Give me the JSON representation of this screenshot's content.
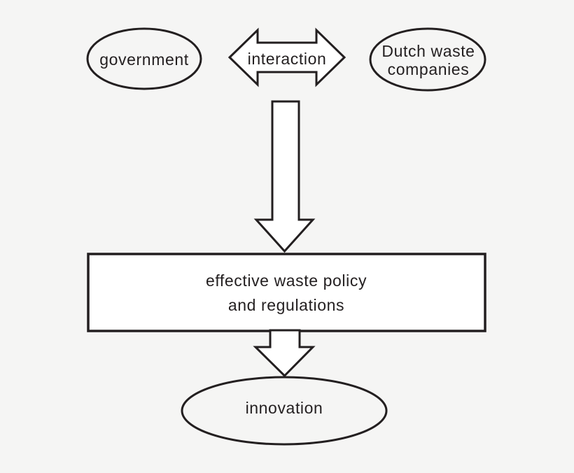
{
  "diagram": {
    "type": "flow-diagram",
    "background_color": "#f5f5f4",
    "line_color": "#231f20",
    "shape_fill_color": "#ffffff",
    "nodes": {
      "government": {
        "shape": "ellipse",
        "label": "government"
      },
      "dutch_waste_companies": {
        "shape": "ellipse",
        "lines": [
          "Dutch waste",
          "companies"
        ]
      },
      "policy_box": {
        "shape": "rectangle",
        "lines": [
          "effective waste policy",
          "and regulations"
        ]
      },
      "innovation": {
        "shape": "ellipse",
        "label": "innovation"
      }
    },
    "edges": [
      {
        "from": "government",
        "to": "dutch_waste_companies",
        "style": "double-headed-horizontal-block-arrow",
        "label": "interaction"
      },
      {
        "from": "interaction",
        "to": "policy_box",
        "style": "block-arrow-down"
      },
      {
        "from": "policy_box",
        "to": "innovation",
        "style": "block-arrow-down"
      }
    ]
  }
}
